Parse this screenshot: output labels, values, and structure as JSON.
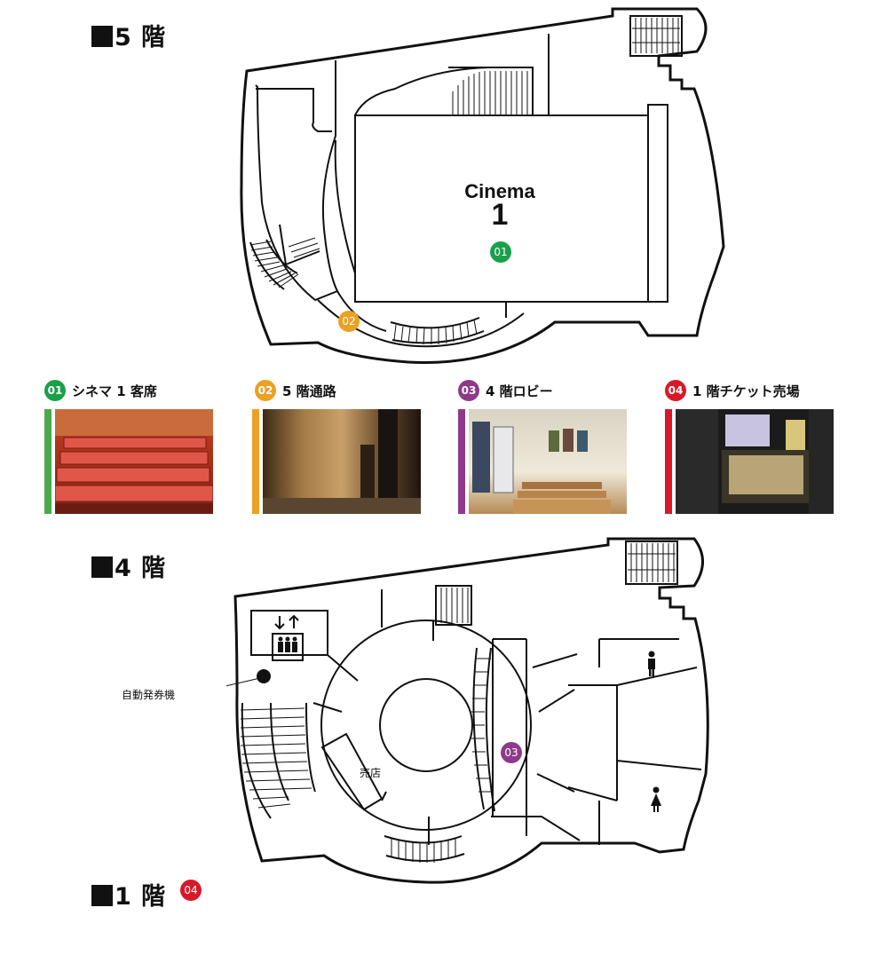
{
  "floors": {
    "f5": {
      "heading": "5 階"
    },
    "f4": {
      "heading": "4 階"
    },
    "f1": {
      "heading": "1 階"
    }
  },
  "cinema": {
    "title": "Cinema",
    "number": "1"
  },
  "markers": [
    {
      "id": "01",
      "color": "#1aa04a"
    },
    {
      "id": "02",
      "color": "#eba123"
    },
    {
      "id": "03",
      "color": "#8e3a8c"
    },
    {
      "id": "04",
      "color": "#d7192a"
    }
  ],
  "gallery": [
    {
      "marker": "01",
      "label": "シネマ 1 客席",
      "color": "#4aa94a",
      "photo": "red-theater-seats"
    },
    {
      "marker": "02",
      "label": "5 階通路",
      "color": "#eba123",
      "photo": "dim-corridor"
    },
    {
      "marker": "03",
      "label": "4 階ロビー",
      "color": "#8e3a8c",
      "photo": "lobby-with-vending-machines"
    },
    {
      "marker": "04",
      "label": "1 階チケット売場",
      "color": "#d7192a",
      "photo": "ticket-booth-at-night"
    }
  ],
  "plan_labels": {
    "ticket_machine": "自動発券機",
    "kiosk": "売店"
  },
  "icons": [
    "elevator-arrows-icon",
    "elevator-people-icon",
    "male-restroom-icon",
    "female-restroom-icon"
  ]
}
